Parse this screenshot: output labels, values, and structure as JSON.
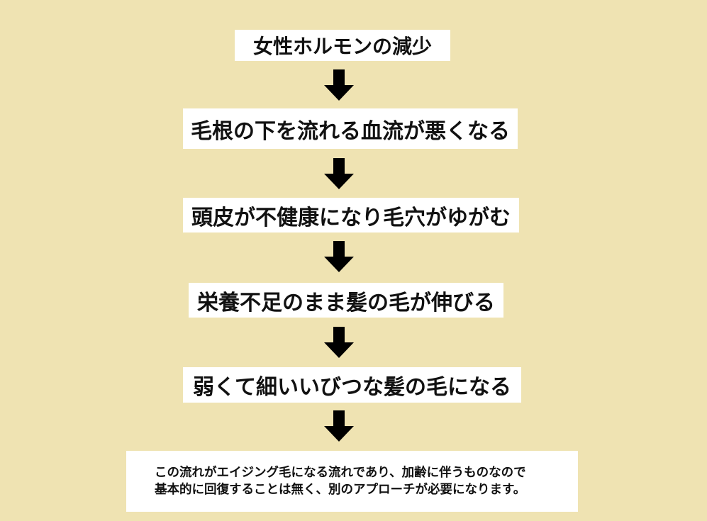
{
  "steps": [
    "女性ホルモンの減少",
    "毛根の下を流れる血流が悪くなる",
    "頭皮が不健康になり毛穴がゆがむ",
    "栄養不足のまま髪の毛が伸びる",
    "弱くて細いいびつな髪の毛になる"
  ],
  "note": {
    "line1": "この流れがエイジング毛になる流れであり、加齢に伴うものなので",
    "line2": "基本的に回復することは無く、別のアプローチが必要になります。"
  }
}
